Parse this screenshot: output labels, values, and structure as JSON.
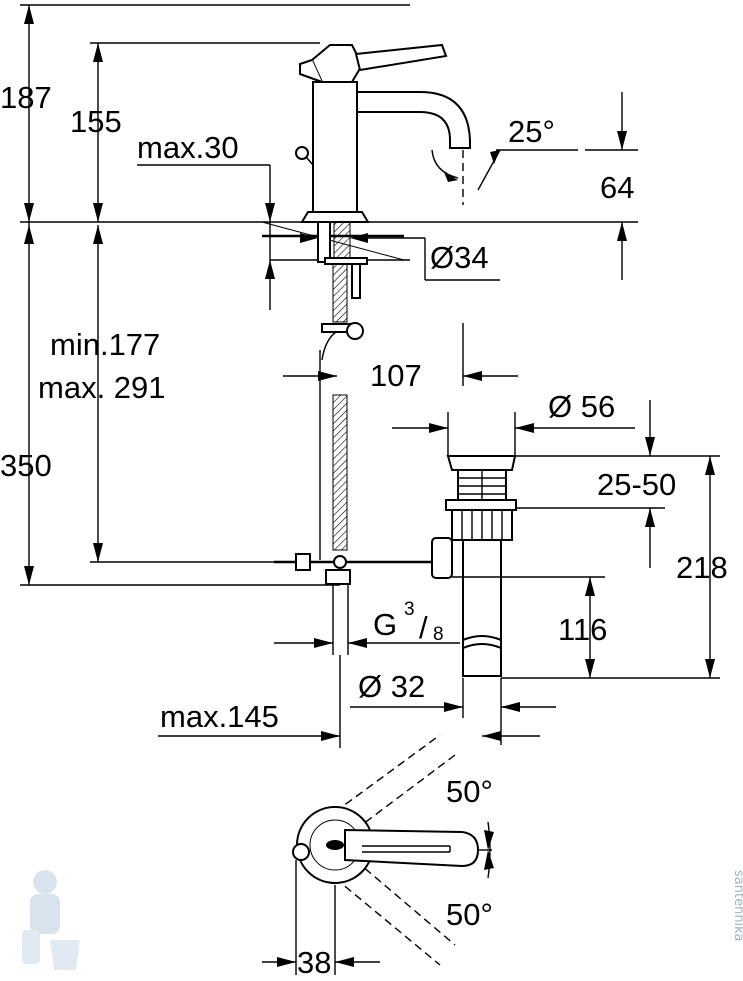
{
  "dimensions": {
    "total_height_top": "187",
    "spout_height": "155",
    "max_thickness": "max.30",
    "angle_spout": "25°",
    "spout_clearance": "64",
    "diameter_base": "Ø34",
    "min_length": "min.177",
    "max_length": "max. 291",
    "reach": "107",
    "diameter_waste_top": "Ø 56",
    "below_depth": "350",
    "waste_range": "25-50",
    "waste_height": "218",
    "waste_lower": "116",
    "thread_g": "G",
    "thread_num": "3",
    "thread_den": "8",
    "diameter_waste_pipe": "Ø 32",
    "max_offset": "max.145",
    "angle_top": "50°",
    "angle_bottom": "50°",
    "handle_width": "38"
  },
  "watermark_text": "santehnika"
}
